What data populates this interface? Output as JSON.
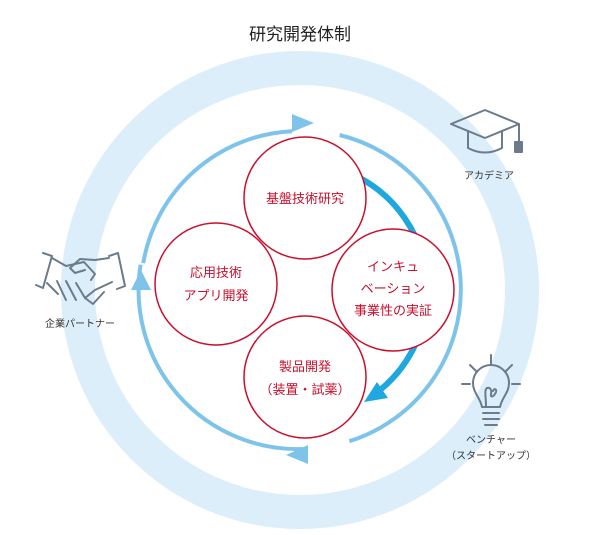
{
  "title": "研究開発体制",
  "stages": [
    {
      "key": "fundamental",
      "lines": [
        "基盤技術研究"
      ]
    },
    {
      "key": "incubation",
      "lines": [
        "インキュ",
        "ベーション",
        "事業性の実証"
      ]
    },
    {
      "key": "product",
      "lines": [
        "製品開発",
        "（装置・試薬）"
      ]
    },
    {
      "key": "application",
      "lines": [
        "応用技術",
        "アプリ開発"
      ]
    }
  ],
  "partners": {
    "academia": {
      "label": "アカデミア",
      "icon": "graduation-cap-icon"
    },
    "corporate": {
      "label": "企業パートナー",
      "icon": "handshake-icon"
    },
    "venture": {
      "lines": [
        "ベンチャー",
        "（スタートアップ）"
      ],
      "icon": "lightbulb-icon"
    }
  },
  "colors": {
    "outer_ring": "#dbeef9",
    "cycle_arrow": "#7ec4ea",
    "inner_arrow": "#1ea8df",
    "stage_stroke": "#c8102e",
    "stage_text": "#c8102e",
    "icon": "#6b7b8c"
  }
}
